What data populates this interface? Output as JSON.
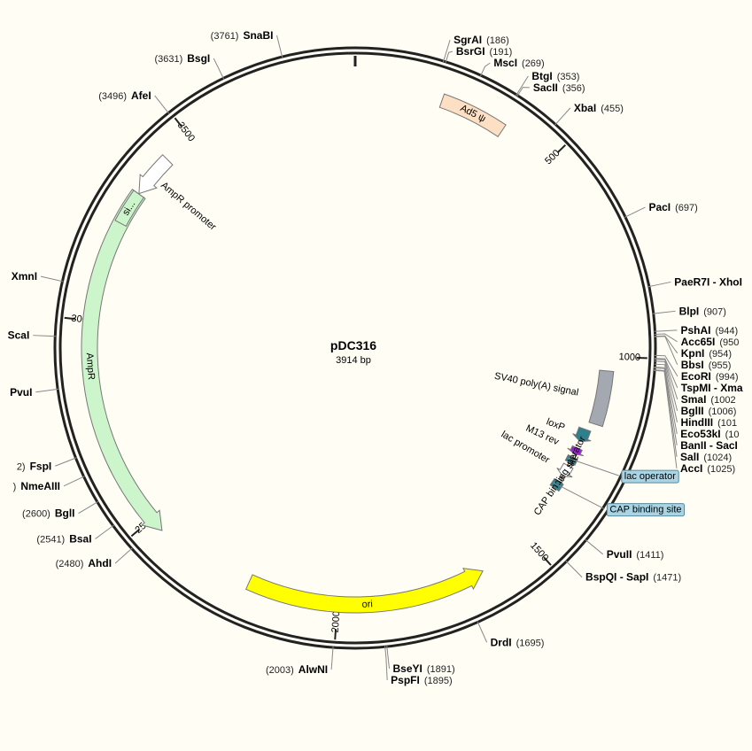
{
  "plasmid": {
    "name": "pDC316",
    "size_label": "3914 bp",
    "length": 3914
  },
  "colors": {
    "backbone": "#222222",
    "ampr": "#ccf5cc",
    "ori": "#ffff00",
    "ad5": "#fde0c3",
    "sv40": "#a3a8b1",
    "loxp": "#2f7f8c",
    "m13": "#9b1fd3",
    "lac_operator": "#2f7f8c",
    "cap": "#2f7f8c",
    "callout_bg": "#a9d4e3",
    "leader": "#888888"
  },
  "ticks": [
    {
      "pos": 0,
      "label": ""
    },
    {
      "pos": 500,
      "label": "500"
    },
    {
      "pos": 1000,
      "label": "1000"
    },
    {
      "pos": 1500,
      "label": "1500"
    },
    {
      "pos": 2000,
      "label": "2000"
    },
    {
      "pos": 2500,
      "label": "2500"
    },
    {
      "pos": 3000,
      "label": "3000"
    },
    {
      "pos": 3500,
      "label": "3500"
    }
  ],
  "features": [
    {
      "name": "AmpR",
      "start": 2464,
      "end": 3321,
      "strand": -1,
      "type": "arrow",
      "color": "#ccf5cc"
    },
    {
      "name": "ori",
      "start": 1633,
      "end": 2222,
      "strand": -1,
      "type": "arrow",
      "color": "#ffff00"
    },
    {
      "name": "AmpR promoter",
      "start": 3322,
      "end": 3426,
      "strand": -1,
      "type": "arrow",
      "color": "#ffffff"
    },
    {
      "name": "si...",
      "start": 3240,
      "end": 3321,
      "strand": -1,
      "type": "box",
      "color": "#ccf5cc"
    },
    {
      "name": "Ad5 ψ",
      "start": 210,
      "end": 370,
      "strand": 0,
      "type": "box",
      "color": "#fde0c3"
    },
    {
      "name": "SV40 poly(A) signal",
      "start": 1035,
      "end": 1170,
      "strand": 0,
      "type": "box",
      "color": "#a3a8b1"
    },
    {
      "name": "loxP",
      "start": 1190,
      "end": 1224,
      "strand": 1,
      "type": "arrow",
      "color": "#2f7f8c"
    },
    {
      "name": "M13 rev",
      "start": 1242,
      "end": 1259,
      "strand": 1,
      "type": "arrow",
      "color": "#9b1fd3"
    },
    {
      "name": "lac operator",
      "start": 1268,
      "end": 1284,
      "strand": 0,
      "type": "box",
      "color": "#2f7f8c"
    },
    {
      "name": "lac promoter",
      "start": 1293,
      "end": 1323,
      "strand": 1,
      "type": "arrow",
      "color": "#ffffff"
    },
    {
      "name": "CAP binding site",
      "start": 1340,
      "end": 1360,
      "strand": 0,
      "type": "box",
      "color": "#2f7f8c"
    }
  ],
  "callouts": [
    {
      "label": "lac operator",
      "pos": 1276
    },
    {
      "label": "CAP binding site",
      "pos": 1350
    }
  ],
  "sites": [
    {
      "name": "SgrAI",
      "pos_label": "(186)",
      "pos": 186
    },
    {
      "name": "BsrGI",
      "pos_label": "(191)",
      "pos": 191
    },
    {
      "name": "MscI",
      "pos_label": "(269)",
      "pos": 269
    },
    {
      "name": "BtgI",
      "pos_label": "(353)",
      "pos": 353
    },
    {
      "name": "SacII",
      "pos_label": "(356)",
      "pos": 356
    },
    {
      "name": "XbaI",
      "pos_label": "(455)",
      "pos": 455
    },
    {
      "name": "PacI",
      "pos_label": "(697)",
      "pos": 697
    },
    {
      "name": "PaeR7I - XhoI",
      "pos_label": "",
      "pos": 850
    },
    {
      "name": "BlpI",
      "pos_label": "(907)",
      "pos": 907
    },
    {
      "name": "PshAI",
      "pos_label": "(944)",
      "pos": 944
    },
    {
      "name": "Acc65I",
      "pos_label": "(950",
      "pos": 950
    },
    {
      "name": "KpnI",
      "pos_label": "(954)",
      "pos": 954
    },
    {
      "name": "BbsI",
      "pos_label": "(955)",
      "pos": 955
    },
    {
      "name": "EcoRI",
      "pos_label": "(994)",
      "pos": 994
    },
    {
      "name": "TspMI - Xma",
      "pos_label": "",
      "pos": 1000
    },
    {
      "name": "SmaI",
      "pos_label": "(1002",
      "pos": 1002
    },
    {
      "name": "BglII",
      "pos_label": "(1006)",
      "pos": 1006
    },
    {
      "name": "HindIII",
      "pos_label": "(101",
      "pos": 1012
    },
    {
      "name": "Eco53kI",
      "pos_label": "(10",
      "pos": 1018
    },
    {
      "name": "BanII - SacI",
      "pos_label": "",
      "pos": 1020
    },
    {
      "name": "SalI",
      "pos_label": "(1024)",
      "pos": 1024
    },
    {
      "name": "AccI",
      "pos_label": "(1025)",
      "pos": 1025
    },
    {
      "name": "PvuII",
      "pos_label": "(1411)",
      "pos": 1411
    },
    {
      "name": "BspQI - SapI",
      "pos_label": "(1471)",
      "pos": 1471
    },
    {
      "name": "DrdI",
      "pos_label": "(1695)",
      "pos": 1695
    },
    {
      "name": "BseYI",
      "pos_label": "(1891)",
      "pos": 1891
    },
    {
      "name": "PspFI",
      "pos_label": "(1895)",
      "pos": 1895
    },
    {
      "name": "AlwNI",
      "pos_label": "(2003)",
      "pos": 2003
    },
    {
      "name": "AhdI",
      "pos_label": "(2480)",
      "pos": 2480
    },
    {
      "name": "BsaI",
      "pos_label": "(2541)",
      "pos": 2541
    },
    {
      "name": "BglI",
      "pos_label": "(2600)",
      "pos": 2600
    },
    {
      "name": "NmeAIII",
      "pos_label": ")",
      "pos": 2660
    },
    {
      "name": "FspI",
      "pos_label": "2)",
      "pos": 2702
    },
    {
      "name": "PvuI",
      "pos_label": "",
      "pos": 2850
    },
    {
      "name": "ScaI",
      "pos_label": "",
      "pos": 2960
    },
    {
      "name": "XmnI",
      "pos_label": "",
      "pos": 3075
    },
    {
      "name": "AfeI",
      "pos_label": "(3496)",
      "pos": 3496
    },
    {
      "name": "BsgI",
      "pos_label": "(3631)",
      "pos": 3631
    },
    {
      "name": "SnaBI",
      "pos_label": "(3761)",
      "pos": 3761
    }
  ]
}
